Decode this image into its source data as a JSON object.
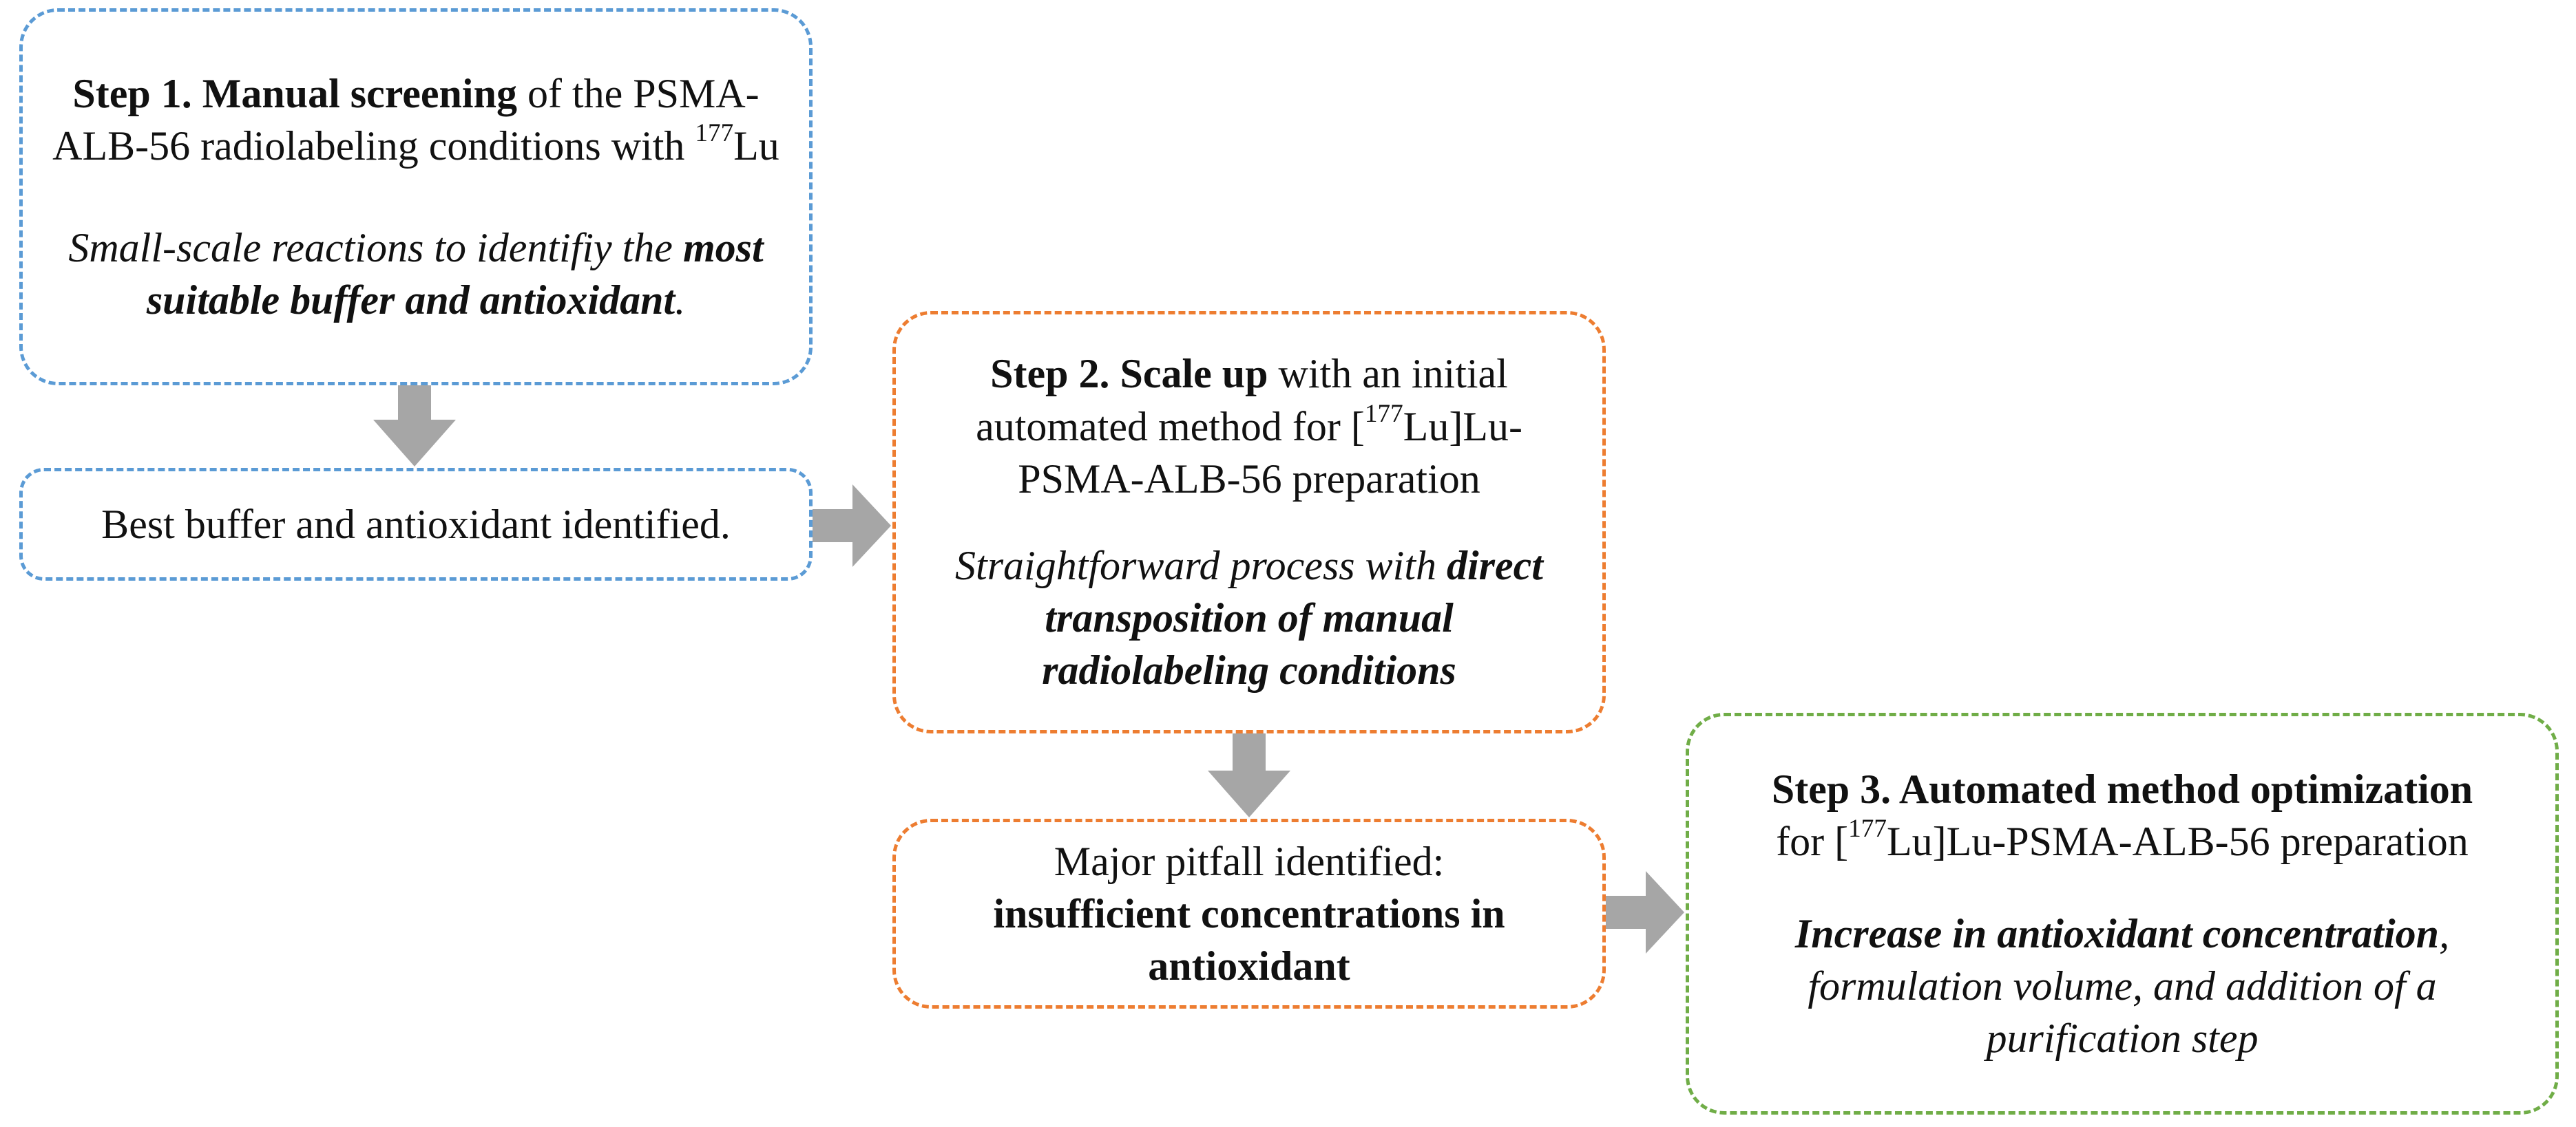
{
  "colors": {
    "blue_border": "#5b9bd5",
    "orange_border": "#ed7d31",
    "green_border": "#70ad47",
    "arrow": "#a6a6a6"
  },
  "step1": {
    "bold": "Step 1. Manual screening",
    "after_bold": " of the PSMA-ALB-56 radiolabeling conditions with ",
    "isotope_sup": "177",
    "isotope": "Lu",
    "italic_pre": "Small-scale reactions to identifiy the ",
    "italic_bold": "most suitable buffer and antioxidant",
    "italic_post": "."
  },
  "result1": {
    "text": "Best buffer and antioxidant identified."
  },
  "step2": {
    "bold": "Step 2. Scale up",
    "text_pre": " with an initial automated method for [",
    "sup": "177",
    "text_post": "Lu]Lu-PSMA-ALB-56 preparation",
    "italic_pre": "Straightforward process with ",
    "italic_bold": "direct transposition of manual radiolabeling conditions"
  },
  "result2": {
    "line1": "Major pitfall identified:",
    "bold": "insufficient concentrations in antioxidant"
  },
  "step3": {
    "bold": "Step 3. Automated method optimization",
    "text_pre": "for [",
    "sup": "177",
    "text_post": "Lu]Lu-PSMA-ALB-56 preparation",
    "italic_bold": "Increase in antioxidant concentration",
    "italic_post": ", formulation volume, and addition of a purification step"
  },
  "arrows": [
    {
      "name": "arrow-step1-to-result1",
      "direction": "down"
    },
    {
      "name": "arrow-result1-to-step2",
      "direction": "right"
    },
    {
      "name": "arrow-step2-to-result2",
      "direction": "down"
    },
    {
      "name": "arrow-result2-to-step3",
      "direction": "right"
    }
  ]
}
